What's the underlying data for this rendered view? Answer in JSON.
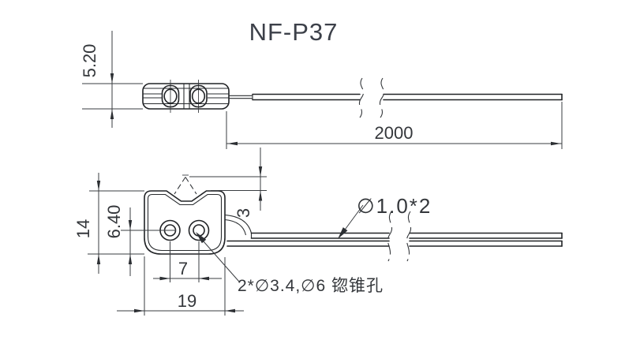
{
  "title": "NF-P37",
  "colors": {
    "background": "#ffffff",
    "object_line": "#212326",
    "dimension_line": "#3a3d41",
    "text": "#34373b"
  },
  "top_view": {
    "description": "side/top projection of sensor head with cable",
    "dims": {
      "body_height": "5.20",
      "cable_length": "2000"
    }
  },
  "front_view": {
    "description": "front projection of sensor head with two countersunk holes and duplex fiber",
    "dims": {
      "body_height": "14",
      "hole_center_height": "6.40",
      "notch_apex_offset": "3",
      "hole_spacing": "7",
      "body_width": "19"
    },
    "labels": {
      "fiber_diameter": "∅1.0*2",
      "hole_callout": "2*∅3.4,∅6 锪锥孔"
    }
  }
}
